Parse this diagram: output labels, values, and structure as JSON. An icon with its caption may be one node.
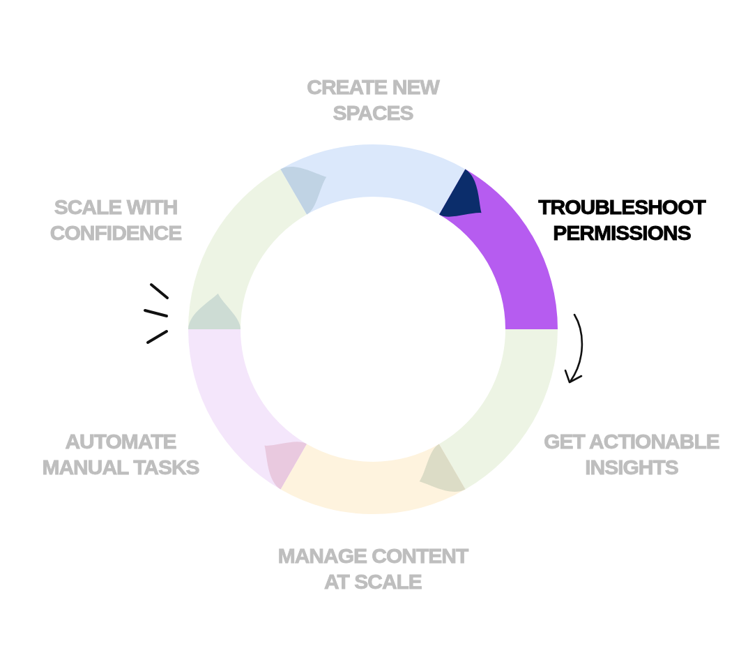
{
  "diagram": {
    "nodes": [
      {
        "text": [
          "CREATE NEW SPACES"
        ]
      },
      {
        "text": [
          "SCALE WITH CONFIDENCE"
        ]
      },
      {
        "text": [
          "TROUBLESHOOT PERMISSIONS"
        ]
      },
      {
        "text": [
          "AUTOMATE MANUAL TASKS"
        ]
      },
      {
        "text": [
          "GET ACTIONABLE INSIGHTS"
        ]
      },
      {
        "text": [
          "MANAGE CONTENT AT SCALE"
        ]
      }
    ],
    "edges": [
      {
        "from": 0,
        "to": 2,
        "arrow": "to",
        "color": "#0b2d6b"
      },
      {
        "from": 4,
        "to": 5,
        "arrow": "to",
        "color": "#dcdcc6"
      },
      {
        "from": 5,
        "to": 3,
        "arrow": "to",
        "color": "#e9c9df"
      },
      {
        "from": 3,
        "to": 1,
        "arrow": "to",
        "color": "#cddcd4"
      },
      {
        "from": 1,
        "to": 0,
        "arrow": "to",
        "color": "#c0d3e4"
      }
    ]
  }
}
